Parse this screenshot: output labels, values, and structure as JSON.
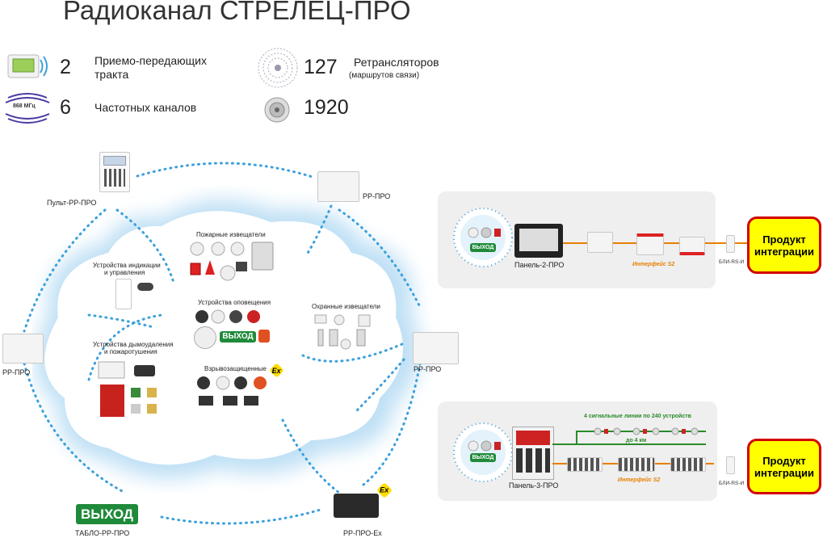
{
  "title": "Радиоканал СТРЕЛЕЦ-ПРО",
  "stats": [
    {
      "value": "2",
      "label_line1": "Приемо-передающих",
      "label_line2": "тракта",
      "icon": "transceiver-icon"
    },
    {
      "value": "6",
      "label_line1": "Частотных каналов",
      "icon": "frequency-icon",
      "icon_text": "868 МГц"
    },
    {
      "value": "127",
      "label_line1": "Ретрансляторов",
      "label_line2": "(маршрутов связи)",
      "icon": "relay-network-icon"
    },
    {
      "value": "1920",
      "icon": "detector-icon"
    }
  ],
  "nodes": {
    "pult": "Пульт-РР-ПРО",
    "rr_top": "РР-ПРО",
    "rr_left": "РР-ПРО",
    "rr_right": "РР-ПРО",
    "tablo": "ТАБЛО-РР-ПРО",
    "rr_ex": "РР-ПРО-Ex"
  },
  "groups": {
    "fire": "Пожарные извещатели",
    "indication_1": "Устройства индикации",
    "indication_2": "и управления",
    "alert": "Устройства оповещения",
    "security": "Охранные извещатели",
    "smoke_1": "Устройства дымоудаления",
    "smoke_2": "и пожаротушения",
    "explosion": "Взрывозащищенные"
  },
  "exit_sign": "ВЫХОД",
  "ex_mark": "Ex",
  "panel_top": {
    "device": "Панель-2-ПРО",
    "interface": "Интерфейс S2",
    "converter": "БЛИ-RS-И",
    "product_1": "Продукт",
    "product_2": "интеграции"
  },
  "panel_bottom": {
    "device": "Панель-3-ПРО",
    "lines": "4 сигнальные линии по 240 устройств",
    "distance": "до 4 км",
    "interface": "Интерфейс S2",
    "converter": "БЛИ-RS-И",
    "product_1": "Продукт",
    "product_2": "интеграции"
  },
  "colors": {
    "dots": "#3ba0dc",
    "cloud_glow": "#bfe0f5",
    "accent_orange": "#e87f00",
    "product_border": "#d40000",
    "product_fill": "#ffff00",
    "exit_green": "#1f8a3a",
    "line_green": "#2a8a2a"
  }
}
